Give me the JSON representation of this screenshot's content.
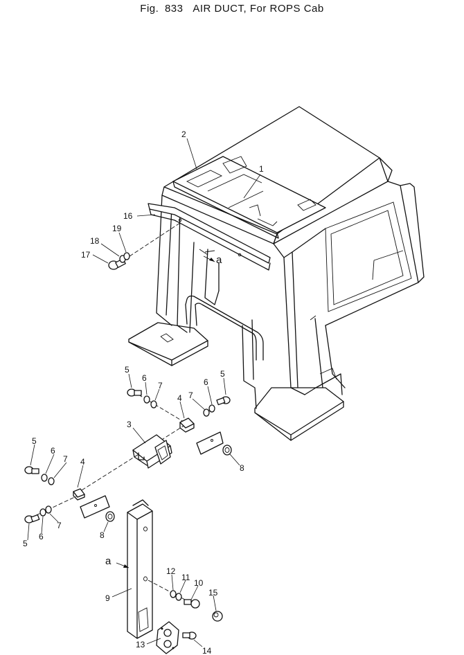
{
  "figure": {
    "prefix": "Fig.",
    "number": "833",
    "title": "AIR DUCT, For ROPS Cab"
  },
  "view_marker": "a",
  "callouts": [
    {
      "id": "c1",
      "label": "1"
    },
    {
      "id": "c2",
      "label": "2"
    },
    {
      "id": "c16",
      "label": "16"
    },
    {
      "id": "c19",
      "label": "19"
    },
    {
      "id": "c18",
      "label": "18"
    },
    {
      "id": "c17",
      "label": "17"
    },
    {
      "id": "c5a",
      "label": "5"
    },
    {
      "id": "c6a",
      "label": "6"
    },
    {
      "id": "c7a",
      "label": "7"
    },
    {
      "id": "c4a",
      "label": "4"
    },
    {
      "id": "c7b",
      "label": "7"
    },
    {
      "id": "c6b",
      "label": "6"
    },
    {
      "id": "c5b",
      "label": "5"
    },
    {
      "id": "c3",
      "label": "3"
    },
    {
      "id": "c8a",
      "label": "8"
    },
    {
      "id": "c5c",
      "label": "5"
    },
    {
      "id": "c6c",
      "label": "6"
    },
    {
      "id": "c7c",
      "label": "7"
    },
    {
      "id": "c4b",
      "label": "4"
    },
    {
      "id": "c5d",
      "label": "5"
    },
    {
      "id": "c6d",
      "label": "6"
    },
    {
      "id": "c7d",
      "label": "7"
    },
    {
      "id": "c8b",
      "label": "8"
    },
    {
      "id": "c9",
      "label": "9"
    },
    {
      "id": "c12",
      "label": "12"
    },
    {
      "id": "c11",
      "label": "11"
    },
    {
      "id": "c10",
      "label": "10"
    },
    {
      "id": "c15",
      "label": "15"
    },
    {
      "id": "c13",
      "label": "13"
    },
    {
      "id": "c14",
      "label": "14"
    }
  ]
}
